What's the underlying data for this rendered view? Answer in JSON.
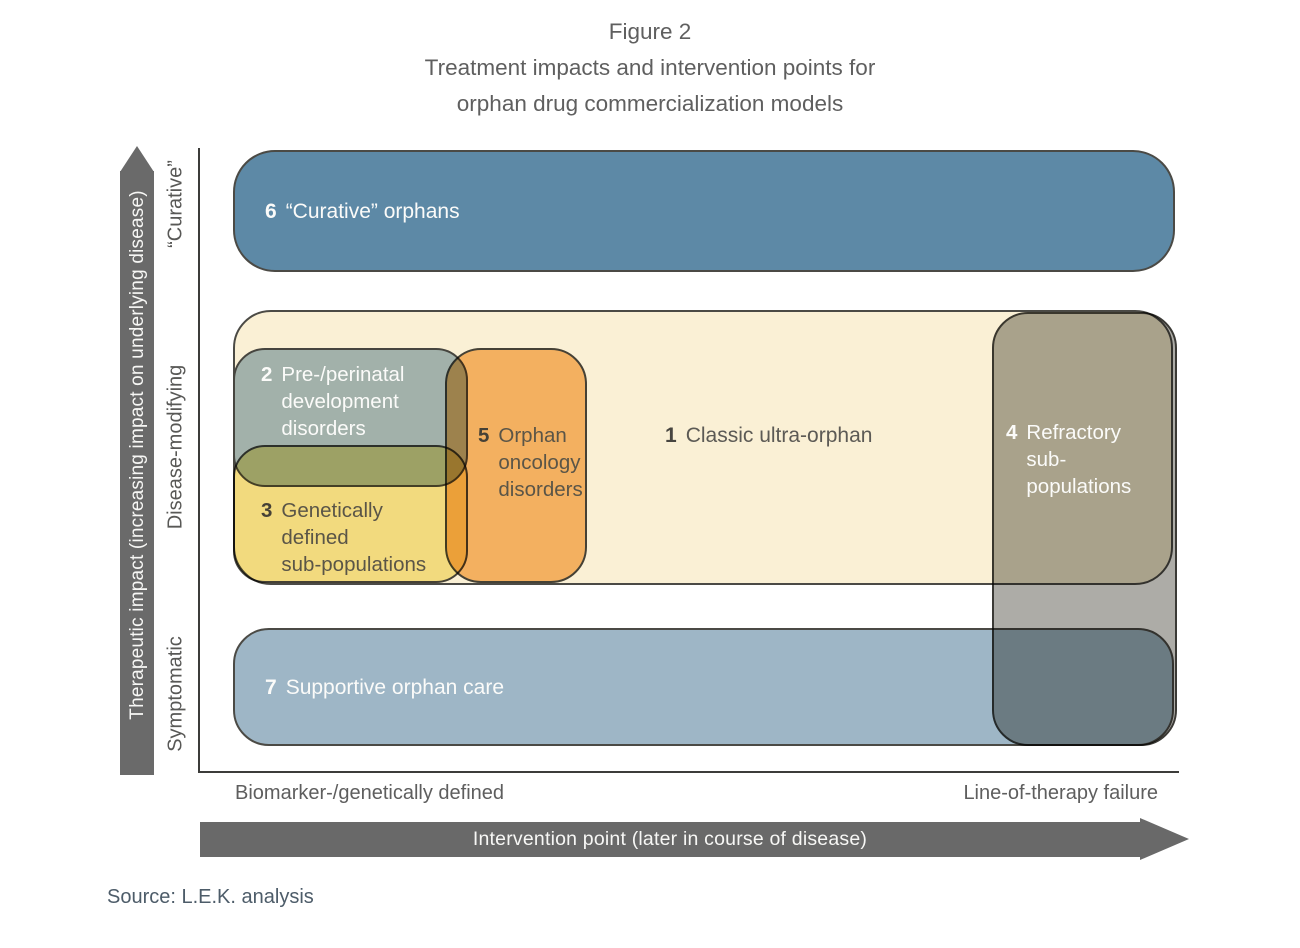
{
  "figure": {
    "label": "Figure 2",
    "title_lines": [
      "Treatment impacts and intervention points for",
      "orphan drug commercialization models"
    ],
    "source": "Source: L.E.K. analysis"
  },
  "y_axis": {
    "label": "Therapeutic impact (increasing impact on underlying disease)",
    "ticks": [
      "“Curative”",
      "Disease-modifying",
      "Symptomatic"
    ]
  },
  "x_axis": {
    "label": "Intervention point (later in course of disease)",
    "tick_left": "Biomarker-/genetically defined",
    "tick_right": "Line-of-therapy failure"
  },
  "boxes": {
    "curative_orphans": {
      "number": "6",
      "label": "“Curative” orphans",
      "color": "#5D89A6"
    },
    "classic_ultra_orphan": {
      "number": "1",
      "label": "Classic ultra-orphan",
      "color": "#FAF0D5"
    },
    "pre_perinatal": {
      "number": "2",
      "lines": [
        "Pre-/perinatal",
        "development",
        "disorders"
      ],
      "color": "#A2B1AA"
    },
    "genetically_defined": {
      "number": "3",
      "lines": [
        "Genetically",
        "defined",
        "sub-populations"
      ],
      "color": "#F2DA7E"
    },
    "orphan_oncology": {
      "number": "5",
      "lines": [
        "Orphan",
        "oncology",
        "disorders"
      ],
      "color": "#F3B167"
    },
    "refractory": {
      "number": "4",
      "lines": [
        "Refractory",
        "sub-",
        "populations"
      ],
      "color": "#A9A28B"
    },
    "supportive_care": {
      "number": "7",
      "label": "Supportive orphan care",
      "color": "#9EB6C6"
    }
  },
  "colors": {
    "axis_arrow": "#6A6A6A",
    "box_border": "#46453F",
    "overlap_olive": "#A8AC83",
    "text_dark": "#5C5A55",
    "text_light": "#FBFBF9"
  }
}
